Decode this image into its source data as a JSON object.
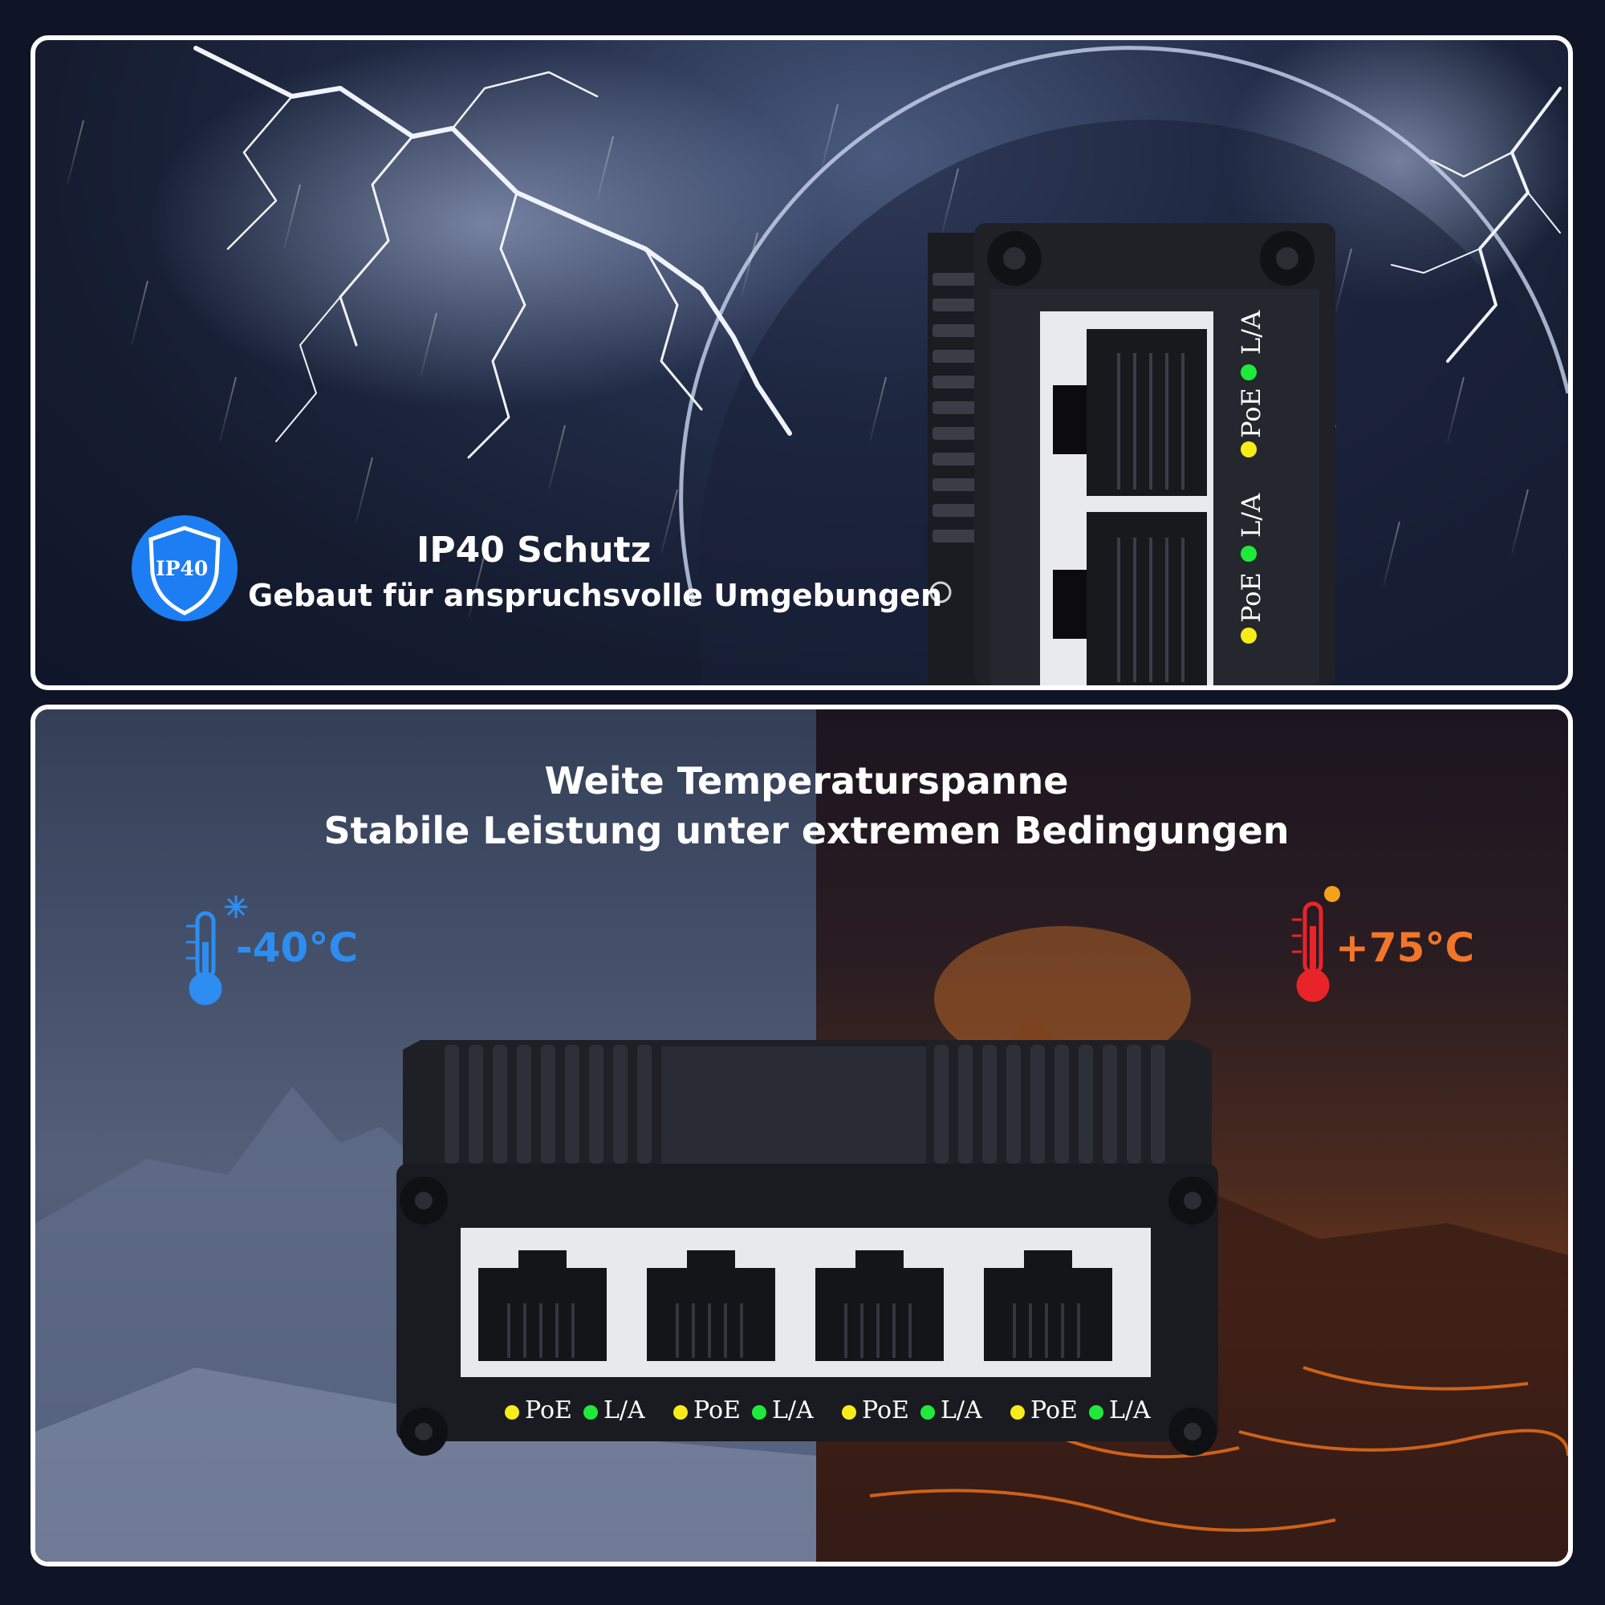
{
  "top_panel": {
    "title": "IP40 Schutz",
    "subtitle": "Gebaut für anspruchsvolle Umgebungen",
    "badge_label": "IP40",
    "badge_color": "#1c7ef2",
    "side_labels": [
      "L/A",
      "PoE",
      "L/A",
      "PoE"
    ]
  },
  "bottom_panel": {
    "title": "Weite Temperaturspanne",
    "subtitle": "Stabile Leistung unter extremen Bedingungen",
    "cold_temp": "-40°C",
    "hot_temp": "+75°C",
    "cold_color": "#2d8df0",
    "hot_color": "#f2762a",
    "ports": [
      {
        "poe": "PoE",
        "la": "L/A"
      },
      {
        "poe": "PoE",
        "la": "L/A"
      },
      {
        "poe": "PoE",
        "la": "L/A"
      },
      {
        "poe": "PoE",
        "la": "L/A"
      }
    ]
  },
  "icons": [
    "shield-icon",
    "snowflake-icon",
    "sun-icon",
    "thermometer-cold-icon",
    "thermometer-hot-icon"
  ]
}
